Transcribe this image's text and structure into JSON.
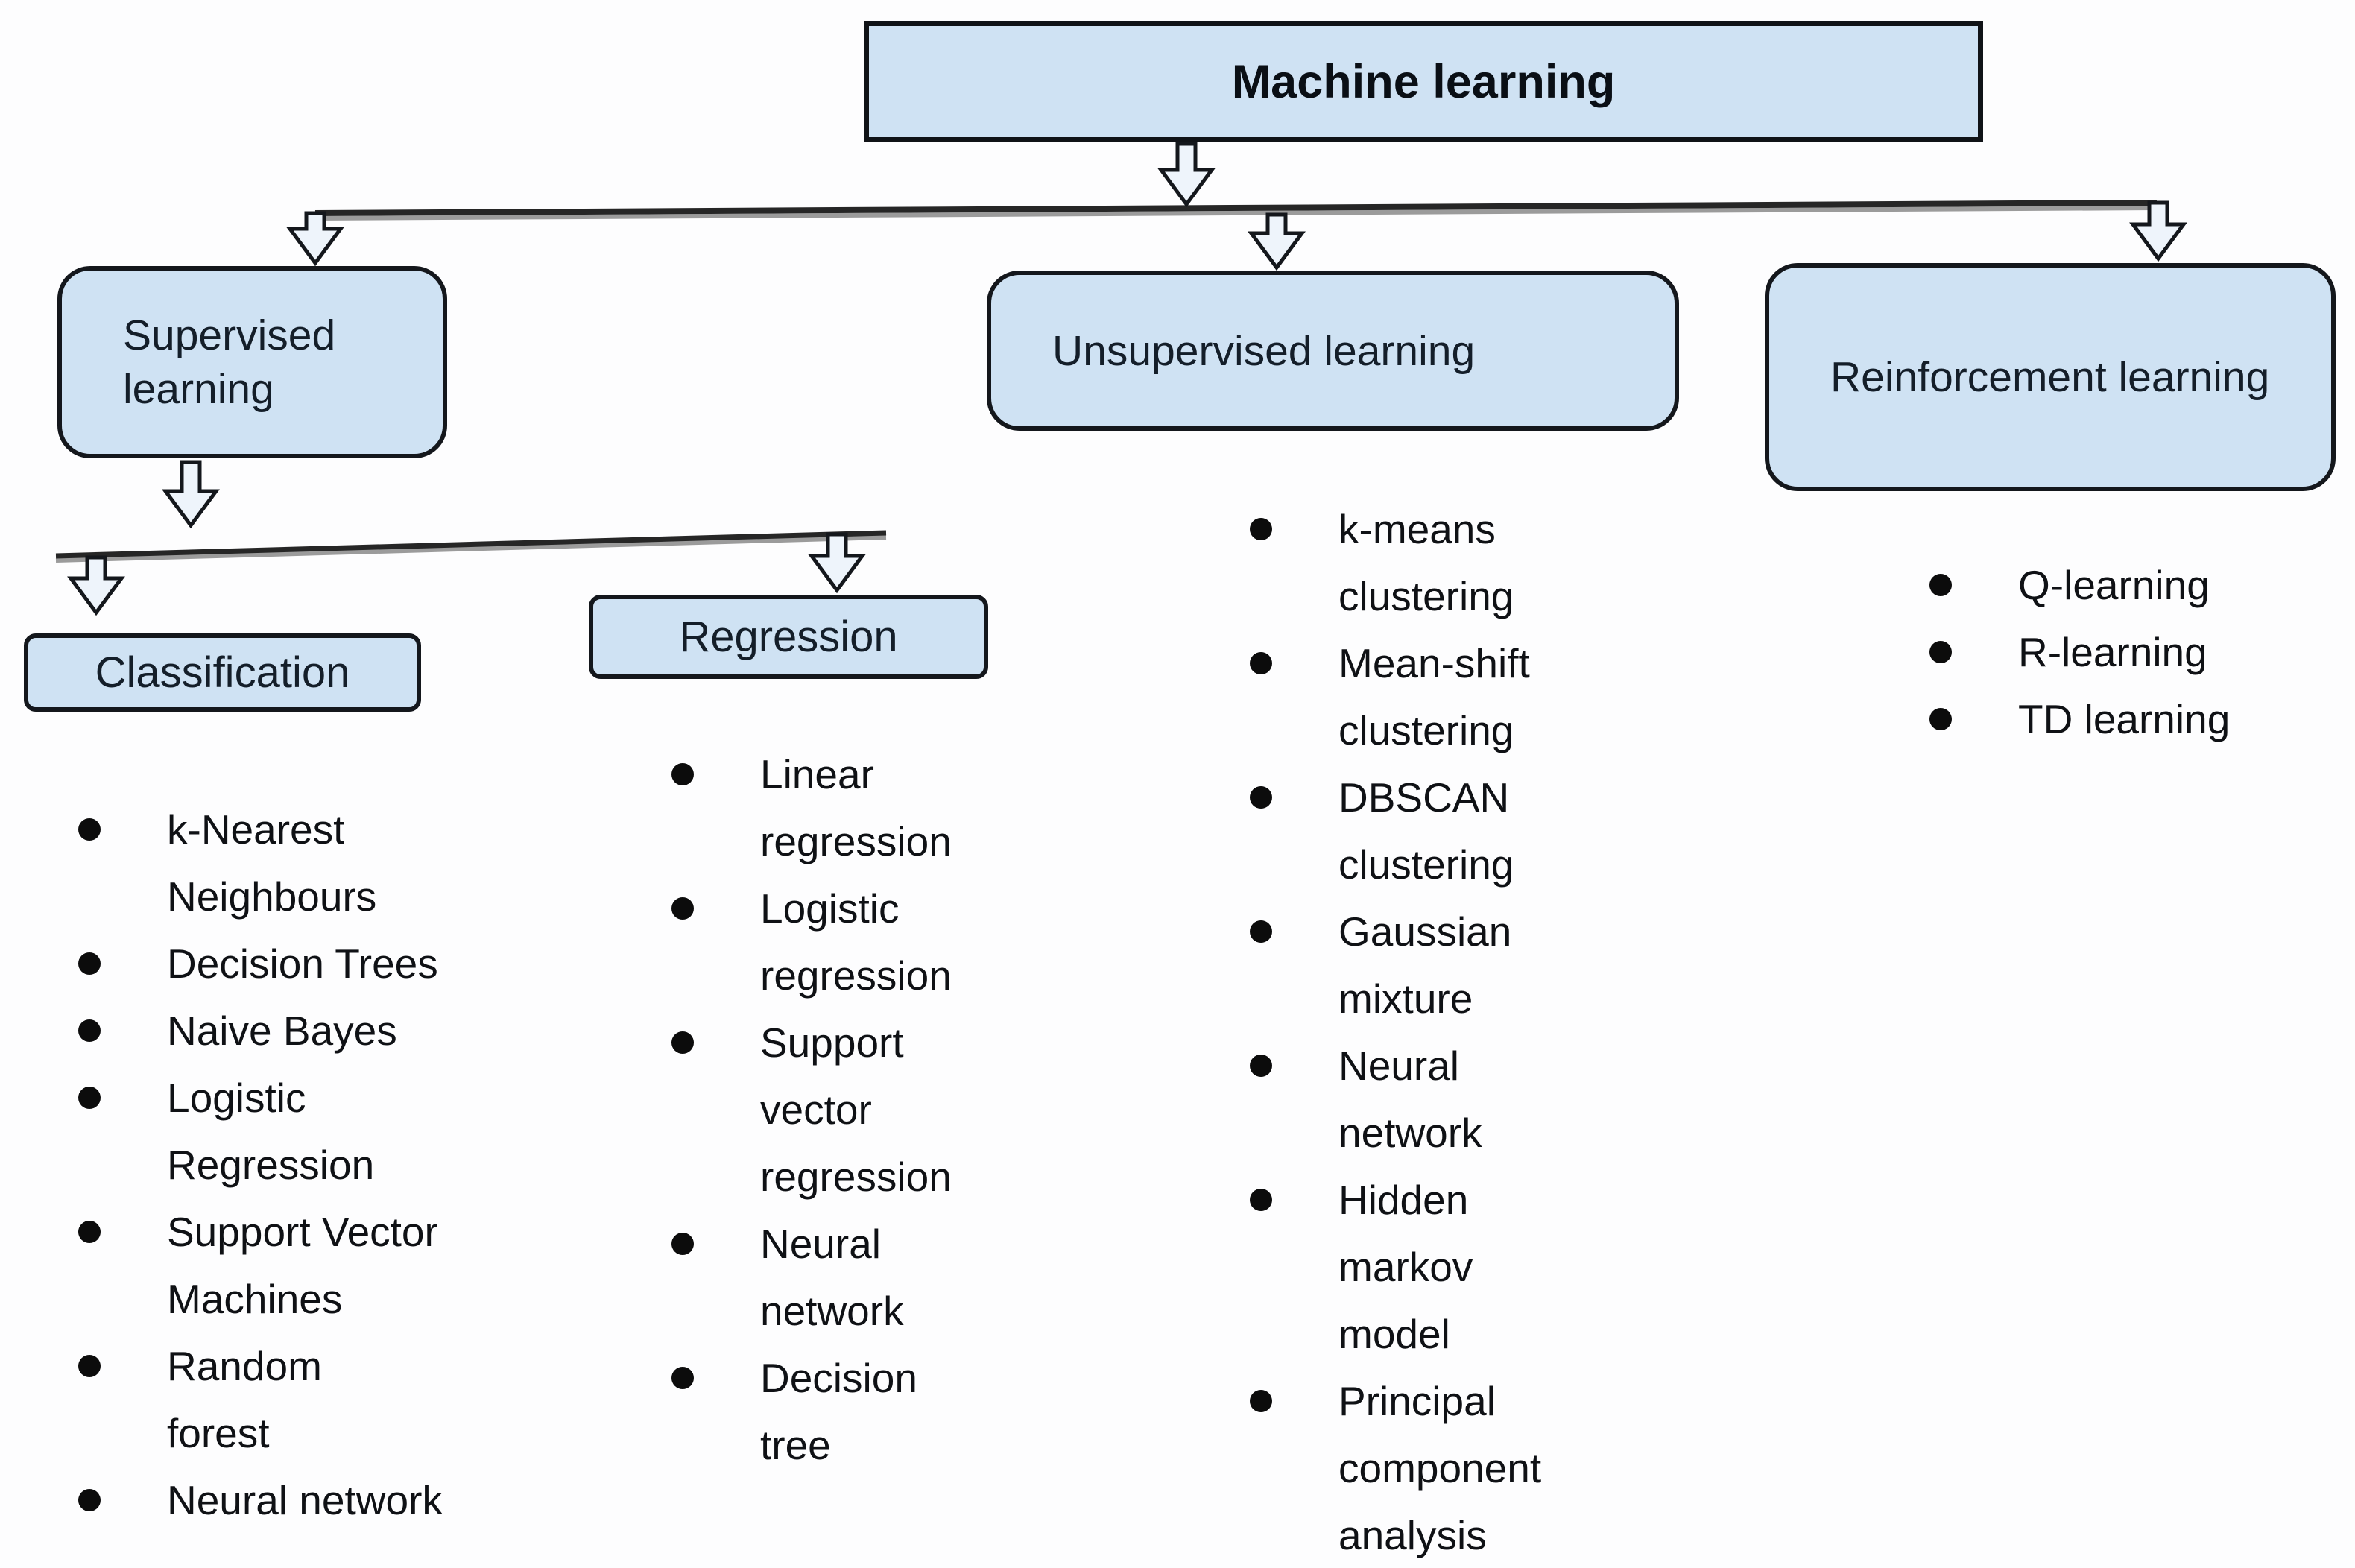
{
  "diagram": {
    "title": "Machine learning",
    "colors": {
      "box_fill": "#cfe2f3",
      "box_border": "#14171c",
      "arrow_fill": "#eef4fb",
      "connector_line": "#262626",
      "list_text": "#0f1115",
      "node_text": "#141e29"
    },
    "nodes": {
      "supervised": {
        "label": "Supervised learning"
      },
      "unsupervised": {
        "label": "Unsupervised learning"
      },
      "reinforcement": {
        "label": "Reinforcement learning"
      },
      "classification": {
        "label": "Classification"
      },
      "regression": {
        "label": "Regression"
      }
    },
    "lists": {
      "classification": {
        "items": [
          [
            "k-Nearest",
            "Neighbours"
          ],
          [
            "Decision Trees"
          ],
          [
            "Naive Bayes"
          ],
          [
            "Logistic",
            "Regression"
          ],
          [
            "Support Vector",
            "Machines"
          ],
          [
            "Random",
            "forest"
          ],
          [
            "Neural network"
          ]
        ]
      },
      "regression": {
        "items": [
          [
            "Linear",
            "regression"
          ],
          [
            "Logistic",
            "regression"
          ],
          [
            "Support",
            "vector",
            "regression"
          ],
          [
            "Neural",
            "network"
          ],
          [
            "Decision",
            "tree"
          ]
        ]
      },
      "unsupervised": {
        "items": [
          [
            "k-means",
            "clustering"
          ],
          [
            "Mean-shift",
            "clustering"
          ],
          [
            "DBSCAN",
            "clustering"
          ],
          [
            "Gaussian",
            "mixture"
          ],
          [
            "Neural",
            "network"
          ],
          [
            "Hidden",
            "markov",
            "model"
          ],
          [
            "Principal",
            "component",
            "analysis"
          ]
        ]
      },
      "reinforcement": {
        "items": [
          [
            "Q-learning"
          ],
          [
            "R-learning"
          ],
          [
            "TD learning"
          ]
        ]
      }
    }
  }
}
